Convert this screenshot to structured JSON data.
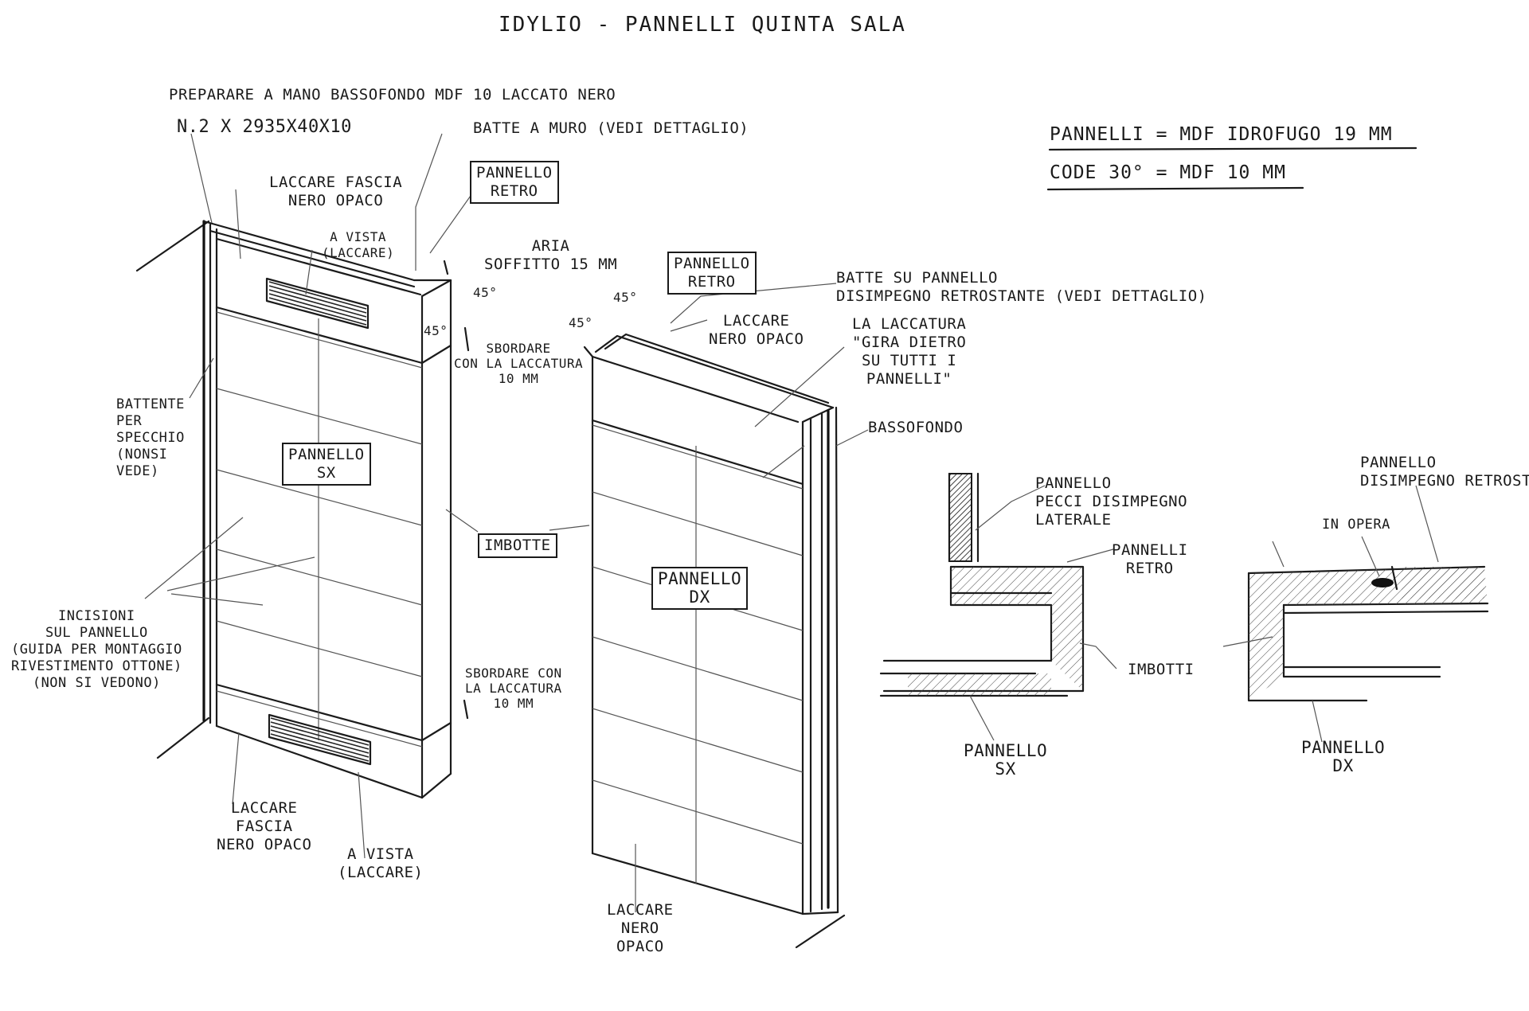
{
  "title": "IDYLIO - PANNELLI QUINTA SALA",
  "specs": {
    "line1": "PANNELLI = MDF IDROFUGO 19 MM",
    "line2": "CODE 30° = MDF 10 MM"
  },
  "left_panel": {
    "note_prep": "PREPARARE A MANO BASSOFONDO MDF 10 LACCATO NERO",
    "note_qty": "N.2 X 2935X40X10",
    "batte_muro": "BATTE A MURO (VEDI DETTAGLIO)",
    "box_retro": "PANNELLO\nRETRO",
    "laccare_fascia_top": "LACCARE FASCIA\nNERO OPACO",
    "a_vista_top": "A VISTA\n(LACCARE)",
    "aria": "ARIA\nSOFFITTO 15 MM",
    "angle_a": "45°",
    "angle_b": "45°",
    "sbordare_top": "SBORDARE\nCON LA LACCATURA\n10 MM",
    "battente": "BATTENTE\nPER\nSPECCHIO\n(NONSI\nVEDE)",
    "box_label": "PANNELLO\nSX",
    "imbotte": "IMBOTTE",
    "incisioni": "INCISIONI\nSUL PANNELLO\n(GUIDA PER MONTAGGIO\nRIVESTIMENTO OTTONE)\n(NON SI VEDONO)",
    "sbordare_bottom": "SBORDARE CON\nLA LACCATURA\n10 MM",
    "laccare_fascia_bottom": "LACCARE\nFASCIA\nNERO OPACO",
    "a_vista_bottom": "A VISTA\n(LACCARE)"
  },
  "right_panel": {
    "box_retro": "PANNELLO\nRETRO",
    "batte_pannello": "BATTE SU PANNELLO\nDISIMPEGNO RETROSTANTE (VEDI DETTAGLIO)",
    "angle_a": "45°",
    "angle_b": "45°",
    "laccare_top": "LACCARE\nNERO OPACO",
    "laccatura_note": "LA LACCATURA\n\"GIRA DIETRO\nSU TUTTI I\nPANNELLI\"",
    "bassofondo": "BASSOFONDO",
    "box_label": "PANNELLO\nDX",
    "laccare_bottom": "LACCARE\nNERO\nOPACO"
  },
  "detail_sx": {
    "label_disimpegno": "PANNELLO\nPECCI DISIMPEGNO\nLATERALE",
    "label_retro": "PANNELLI\nRETRO",
    "label_imbotti": "IMBOTTI",
    "label_panel": "PANNELLO\nSX"
  },
  "detail_dx": {
    "label_disimpegno": "PANNELLO\nDISIMPEGNO RETROSTA",
    "label_opera": "IN OPERA",
    "label_panel": "PANNELLO\nDX"
  }
}
